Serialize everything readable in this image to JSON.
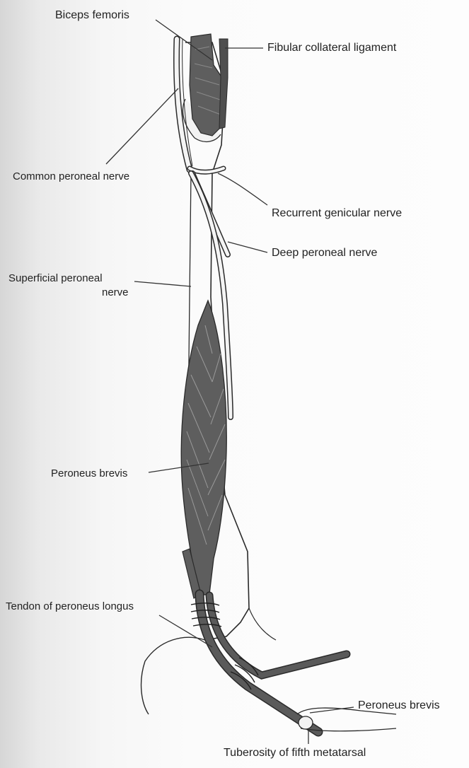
{
  "labels": {
    "biceps_femoris": "Biceps femoris",
    "fibular_collateral_ligament": "Fibular collateral ligament",
    "common_peroneal_nerve": "Common peroneal nerve",
    "recurrent_genicular_nerve": "Recurrent genicular nerve",
    "deep_peroneal_nerve": "Deep peroneal nerve",
    "superficial_peroneal_nerve_line1": "Superficial peroneal",
    "superficial_peroneal_nerve_line2": "nerve",
    "peroneus_brevis_muscle": "Peroneus brevis",
    "tendon_peroneus_longus": "Tendon of peroneus longus",
    "peroneus_brevis_tendon": "Peroneus brevis",
    "tuberosity_fifth_metatarsal": "Tuberosity of fifth metatarsal"
  },
  "colors": {
    "muscle": "#6c6c6c",
    "tendon": "#5a5a5a",
    "outline": "#2a2a2a",
    "nerve_fill": "#f4f4f4",
    "leader": "#333333"
  }
}
